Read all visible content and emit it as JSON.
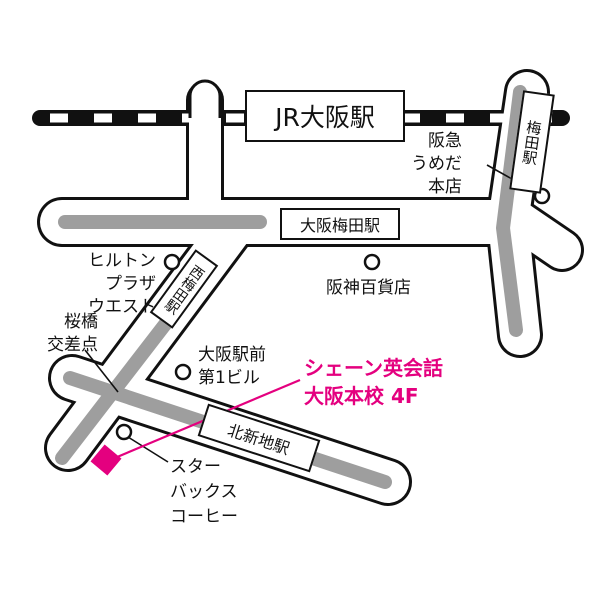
{
  "stations": {
    "jr_osaka": "JR大阪駅",
    "osaka_umeda": "大阪梅田駅",
    "nishi_umeda": "西梅田駅",
    "kitashinchi": "北新地駅",
    "umeda": "梅田駅"
  },
  "landmarks": {
    "hankyu": [
      "阪急",
      "うめだ",
      "本店"
    ],
    "hilton": [
      "ヒルトン",
      "プラザ",
      "ウエスト"
    ],
    "hanshin": "阪神百貨店",
    "sakurabashi": [
      "桜橋",
      "交差点"
    ],
    "ekimae": [
      "大阪駅前",
      "第1ビル"
    ],
    "starbucks": [
      "スター",
      "バックス",
      "コーヒー"
    ]
  },
  "destination": {
    "line1": "シェーン英会話",
    "line2": "大阪本校 4F"
  },
  "colors": {
    "accent": "#e4007f",
    "line": "#9e9e9e",
    "ink": "#111111"
  }
}
